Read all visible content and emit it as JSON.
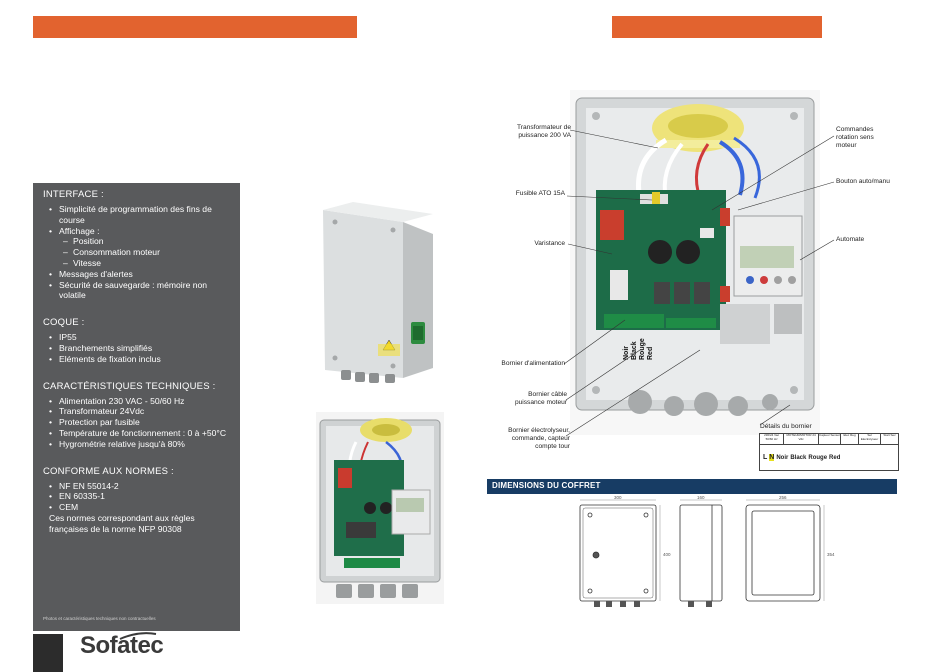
{
  "left_panel": {
    "interface": {
      "title": "INTERFACE :",
      "items": [
        "Simplicité de programmation des fins de course",
        "Affichage :",
        "Position",
        "Consommation moteur",
        "Vitesse",
        "Messages d'alertes",
        "Sécurité de sauvegarde : mémoire non volatile"
      ]
    },
    "coque": {
      "title": "COQUE :",
      "items": [
        "IP55",
        "Branchements simplifiés",
        "Eléments de fixation inclus"
      ]
    },
    "caracteristiques": {
      "title": "CARACTÉRISTIQUES TECHNIQUES :",
      "items": [
        "Alimentation 230 VAC - 50/60 Hz",
        "Transformateur 24Vdc",
        "Protection par fusible",
        "Température de fonctionnement : 0 à +50°C",
        "Hygrométrie relative jusqu'à 80%"
      ]
    },
    "normes": {
      "title": "CONFORME AUX NORMES :",
      "items": [
        "NF EN 55014-2",
        "EN 60335-1",
        "CEM"
      ],
      "note": "Ces normes correspondant aux règles françaises de la norme NFP 90308"
    },
    "disclaimer": "Photos et caractéristiques techniques non contractuelles",
    "logo": "Sofatec"
  },
  "diagram": {
    "callouts": {
      "transfo": "Transformateur de puissance 200 VA",
      "fusible": "Fusible ATO 15A",
      "varistance": "Varistance",
      "bornier_alim": "Bornier d'alimentation",
      "bornier_moteur": "Bornier câble puissance moteur",
      "bornier_electro": "Bornier électrolyseur, commande, capteur compte tour",
      "commandes": "Commandes rotation sens moteur",
      "bouton": "Bouton auto/manu",
      "automate": "Automate",
      "details": "Détails du bornier"
    },
    "terminal_labels": [
      "Noir",
      "Black",
      "Rouge",
      "Red"
    ],
    "detail_strip": {
      "headers": [
        "230/24 Vac 50/60 Hz",
        "MOTEUR/MOTOR 24 Vdc",
        "Capteur Sensor",
        "Elec Reg",
        "Sel Electrolyseur",
        "Start Sec"
      ],
      "labels": [
        "L",
        "N",
        "Noir",
        "Black",
        "Rouge",
        "Red"
      ]
    }
  },
  "dimensions": {
    "title": "DIMENSIONS DU COFFRET",
    "labels": {
      "front_width": "300",
      "front_height": "400",
      "side_width": "160",
      "inside_width": "256",
      "inside_height": "354"
    }
  }
}
